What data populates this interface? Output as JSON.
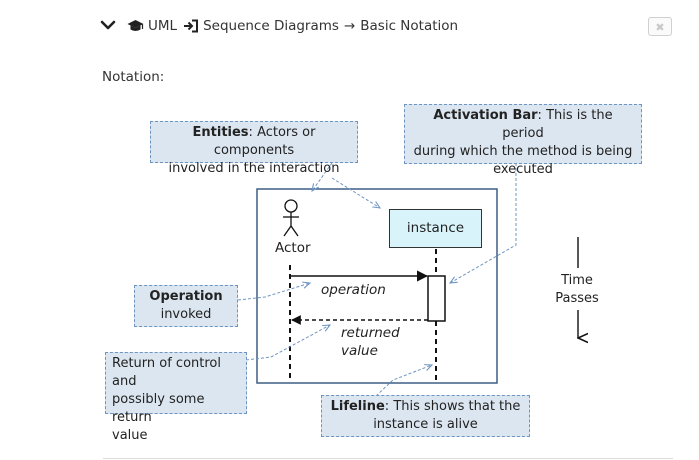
{
  "header": {
    "breadcrumb_root": "UML",
    "breadcrumb_page": "Sequence Diagrams",
    "breadcrumb_arrow": "→",
    "breadcrumb_section": "Basic Notation",
    "close_symbol": "✖"
  },
  "content": {
    "heading": "Notation:"
  },
  "diagram": {
    "actor_label": "Actor",
    "instance_label": "instance",
    "operation_label": "operation",
    "returned_label_1": "returned",
    "returned_label_2": "value",
    "time_label_1": "Time",
    "time_label_2": "Passes"
  },
  "notes": {
    "entities": {
      "title": "Entities",
      "sep": ":  ",
      "line1": "Actors or components",
      "line2": "involved in the interaction"
    },
    "activation": {
      "title": "Activation Bar",
      "sep": ": ",
      "line1": "This is the period",
      "line2": "during which the method is being",
      "line3": "executed"
    },
    "operation": {
      "title": "Operation",
      "line2": "invoked"
    },
    "return": {
      "line1": "Return of control and",
      "line2": "possibly some return",
      "line3": "value"
    },
    "lifeline": {
      "title": "Lifeline",
      "sep": ": ",
      "line1": "This shows that the",
      "line2": "instance is alive"
    }
  },
  "icons": [
    "chevron-down-icon",
    "graduation-cap-icon",
    "sign-in-icon",
    "close-icon",
    "actor-stick-figure-icon"
  ]
}
